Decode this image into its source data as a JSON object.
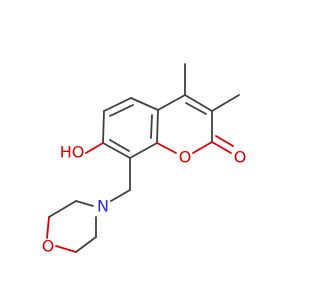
{
  "molecule": {
    "atoms": {
      "hydroxyl": {
        "label": "HO",
        "color": "#e00000"
      },
      "ring_oxygen": {
        "label": "O",
        "color": "#e00000"
      },
      "carbonyl_oxygen": {
        "label": "O",
        "color": "#e00000"
      },
      "morpholine_oxygen": {
        "label": "O",
        "color": "#e00000"
      },
      "morpholine_nitrogen": {
        "label": "N",
        "color": "#2a2ae0"
      }
    },
    "colors": {
      "bond": "#404040",
      "oxygen": "#e00000",
      "nitrogen": "#2a2ae0"
    }
  }
}
